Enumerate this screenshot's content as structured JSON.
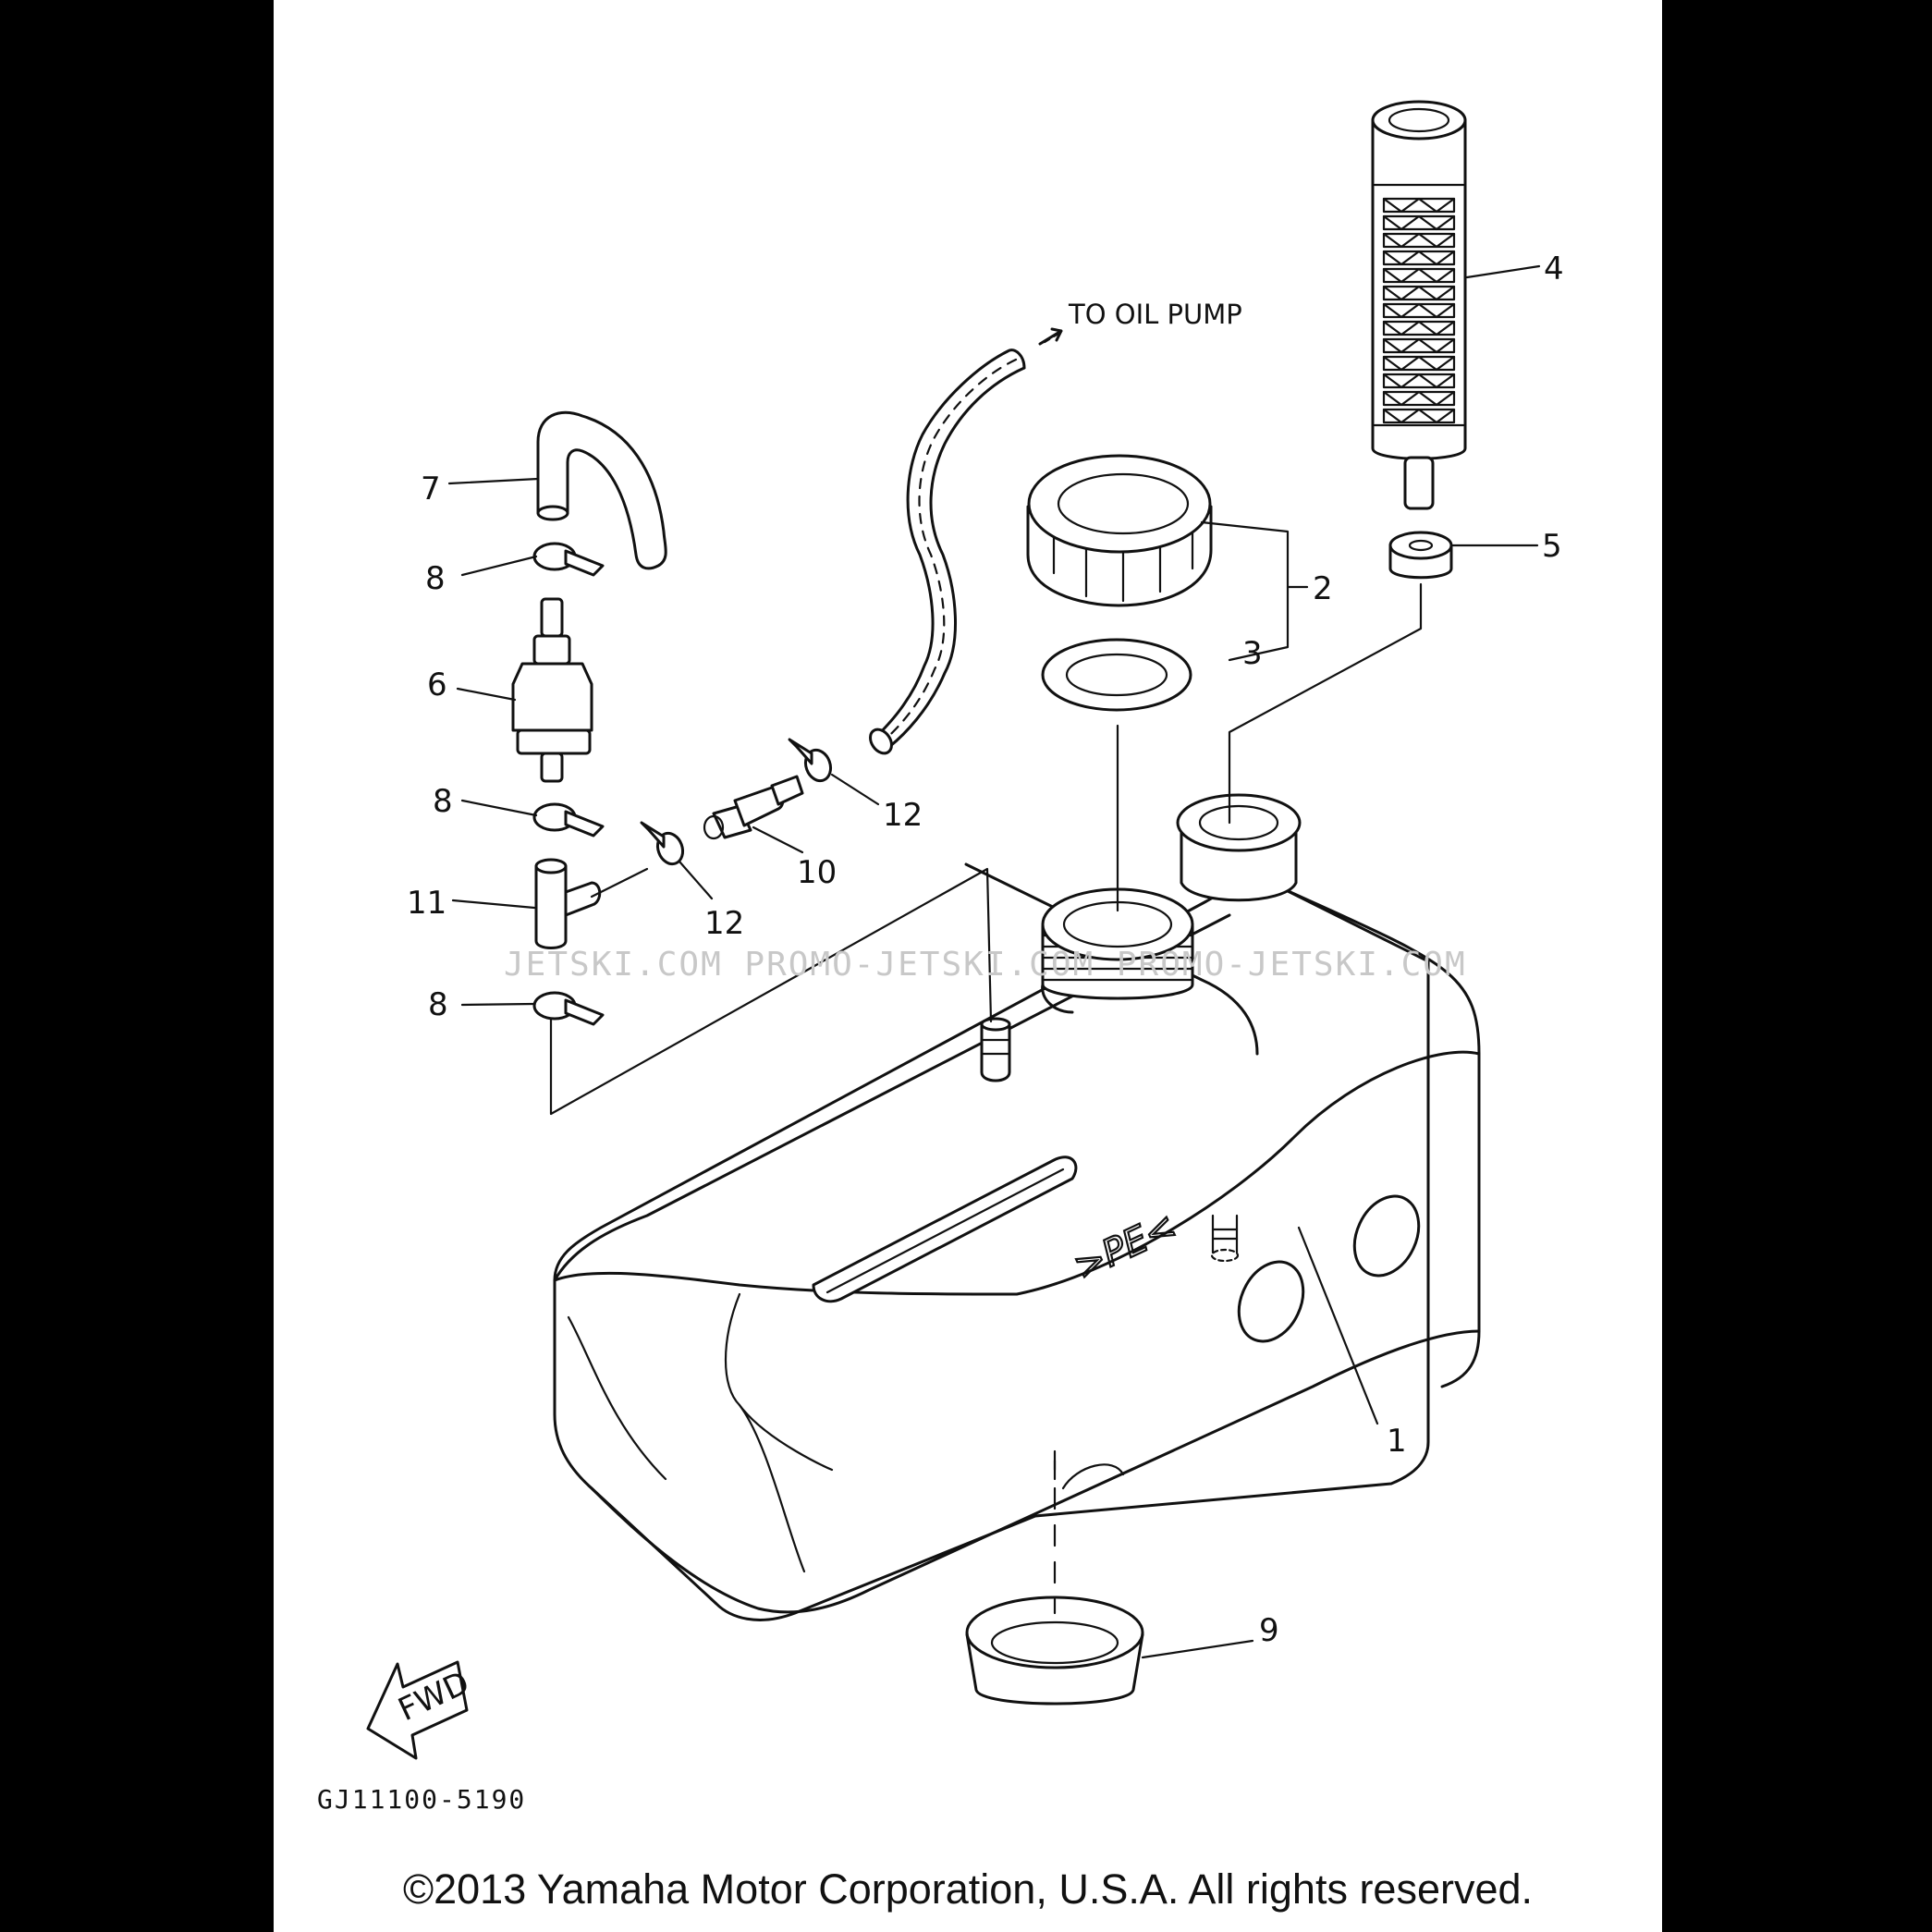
{
  "diagram": {
    "annotation_to_oil_pump": "TO OIL PUMP",
    "drawing_code": "GJ11100-5190",
    "fwd_label": "FWD",
    "pe_mark": ">PE<",
    "watermark_text": "JETSKI.COM   PROMO-JETSKI.COM   PROMO-JETSKI.COM",
    "callouts": {
      "c1": "1",
      "c2": "2",
      "c3": "3",
      "c4": "4",
      "c5": "5",
      "c6": "6",
      "c7": "7",
      "c8a": "8",
      "c8b": "8",
      "c8c": "8",
      "c9": "9",
      "c10": "10",
      "c11": "11",
      "c12a": "12",
      "c12b": "12"
    }
  },
  "footer": {
    "copyright": "©2013 Yamaha Motor Corporation, U.S.A. All rights reserved."
  }
}
